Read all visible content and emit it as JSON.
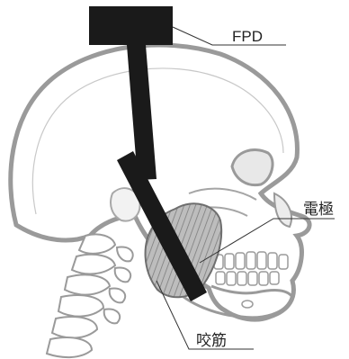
{
  "labels": {
    "fpd": "FPD",
    "electrode": "電極",
    "masseter": "咬筋"
  },
  "colors": {
    "bone_outline": "#9a9a9a",
    "bone_fill": "#ffffff",
    "device": "#1a1a1a",
    "muscle_fill": "#b5b5b5",
    "muscle_stripe": "#7a7a7a",
    "leader_line": "#333333"
  }
}
